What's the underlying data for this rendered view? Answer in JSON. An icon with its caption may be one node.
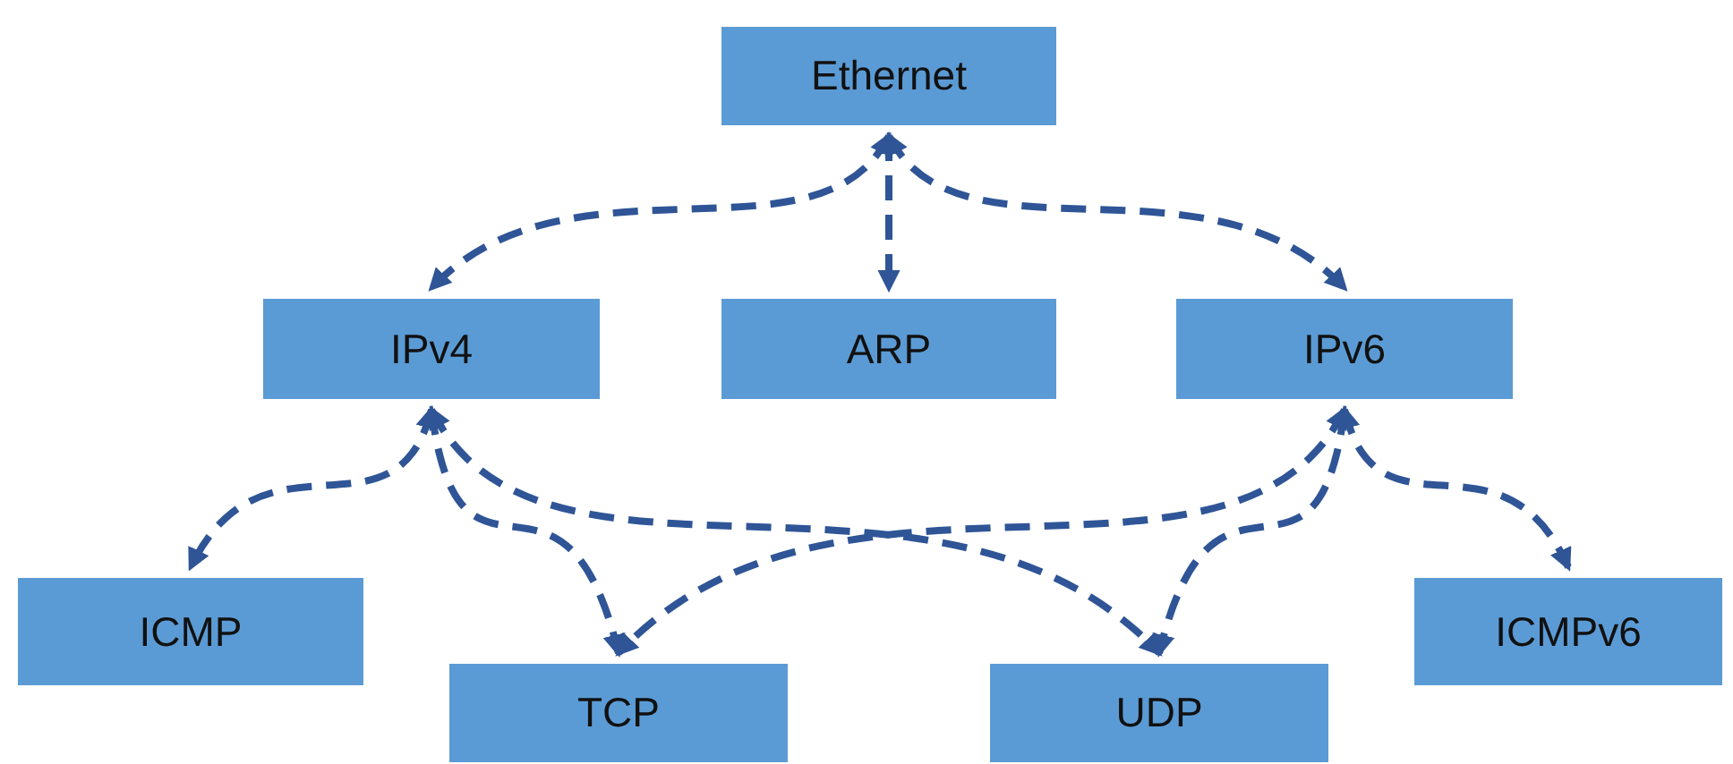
{
  "diagram": {
    "nodes": [
      {
        "text": [
          "Ethernet"
        ]
      },
      {
        "text": [
          "IPv4"
        ]
      },
      {
        "text": [
          "ARP"
        ]
      },
      {
        "text": [
          "IPv6"
        ]
      },
      {
        "text": [
          "ICMP"
        ]
      },
      {
        "text": [
          "TCP"
        ]
      },
      {
        "text": [
          "UDP"
        ]
      },
      {
        "text": [
          "ICMPv6"
        ]
      }
    ],
    "edges": [
      {
        "from": 0,
        "to": 1,
        "arrow": "both",
        "style": "dashed"
      },
      {
        "from": 0,
        "to": 2,
        "arrow": "both",
        "style": "dashed"
      },
      {
        "from": 0,
        "to": 3,
        "arrow": "both",
        "style": "dashed"
      },
      {
        "from": 1,
        "to": 4,
        "arrow": "both",
        "style": "dashed"
      },
      {
        "from": 1,
        "to": 5,
        "arrow": "both",
        "style": "dashed"
      },
      {
        "from": 1,
        "to": 6,
        "arrow": "both",
        "style": "dashed"
      },
      {
        "from": 3,
        "to": 5,
        "arrow": "both",
        "style": "dashed"
      },
      {
        "from": 3,
        "to": 6,
        "arrow": "both",
        "style": "dashed"
      },
      {
        "from": 3,
        "to": 7,
        "arrow": "both",
        "style": "dashed"
      }
    ]
  }
}
